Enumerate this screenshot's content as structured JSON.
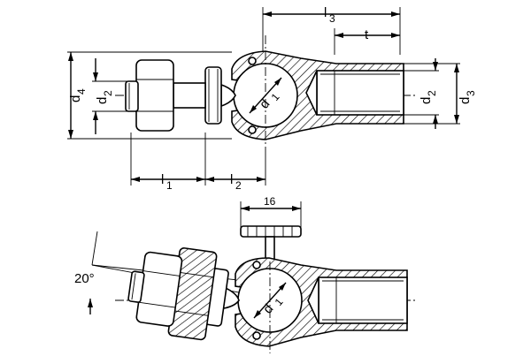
{
  "labels": {
    "l3": "l",
    "l3_sub": "3",
    "t": "t",
    "d4": "d",
    "d4_sub": "4",
    "d2_left": "d",
    "d2_left_sub": "2",
    "d2_right": "d",
    "d2_right_sub": "2",
    "d3": "d",
    "d3_sub": "3",
    "d1_top": "d",
    "d1_top_sub": "1",
    "l1": "l",
    "l1_sub": "1",
    "l2": "l",
    "l2_sub": "2",
    "dim16": "16",
    "angle": "20°",
    "d1_bottom": "d",
    "d1_bottom_sub": "1"
  },
  "colors": {
    "line": "#000000",
    "background": "#ffffff"
  }
}
